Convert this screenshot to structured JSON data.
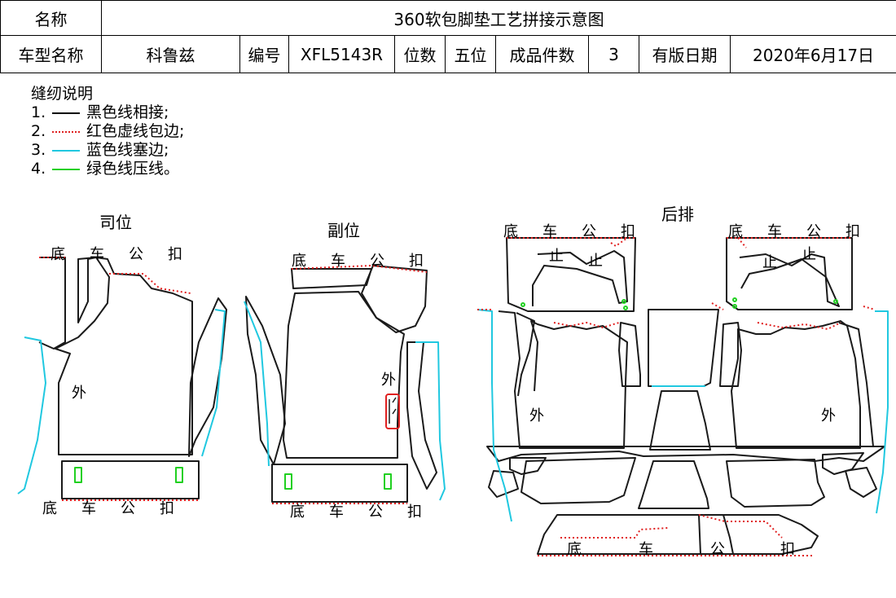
{
  "header": {
    "name_label": "名称",
    "title": "360软包脚垫工艺拼接示意图",
    "model_label": "车型名称",
    "model_value": "科鲁兹",
    "code_label": "编号",
    "code_value": "XFL5143R",
    "seats_label": "位数",
    "seats_value": "五位",
    "pieces_label": "成品件数",
    "pieces_value": "3",
    "date_label": "有版日期",
    "date_value": "2020年6月17日"
  },
  "legend": {
    "title": "缝纫说明",
    "items": [
      {
        "num": "1.",
        "text": "黑色线相接;",
        "color": "#000000",
        "style": "solid"
      },
      {
        "num": "2.",
        "text": "红色虚线包边;",
        "color": "#e02020",
        "style": "dotted"
      },
      {
        "num": "3.",
        "text": "蓝色线塞边;",
        "color": "#20c8e0",
        "style": "solid"
      },
      {
        "num": "4.",
        "text": "绿色线压线。",
        "color": "#20d020",
        "style": "solid"
      }
    ]
  },
  "sections": {
    "driver": {
      "title": "司位",
      "outer": "外",
      "top": [
        "底",
        "车",
        "公",
        "扣"
      ],
      "bottom": [
        "底",
        "车",
        "公",
        "扣"
      ]
    },
    "passenger": {
      "title": "副位",
      "outer": "外",
      "top": [
        "底",
        "车",
        "公",
        "扣"
      ],
      "bottom": [
        "底",
        "车",
        "公",
        "扣"
      ]
    },
    "rear": {
      "title": "后排",
      "left_top": [
        "底",
        "车",
        "公",
        "扣"
      ],
      "right_top": [
        "底",
        "车",
        "公",
        "扣"
      ],
      "stop_left": [
        "止",
        "止"
      ],
      "stop_right": [
        "止",
        "止"
      ],
      "outer_left": "外",
      "outer_right": "外",
      "bottom": [
        "底",
        "车",
        "公",
        "扣"
      ]
    }
  },
  "colors": {
    "line": "#1a1a1a",
    "red": "#e02020",
    "blue": "#20c8e0",
    "green": "#20d020"
  }
}
